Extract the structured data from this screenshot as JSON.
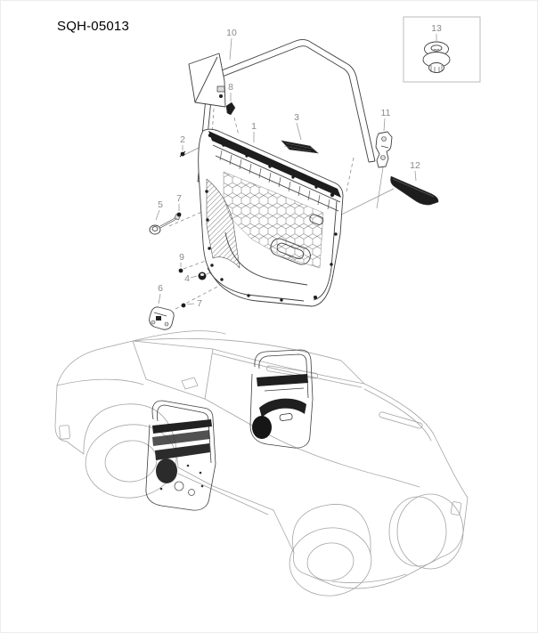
{
  "title": "SQH-05013",
  "colors": {
    "part_line": "#3f3f3f",
    "dark_fill": "#1d1d1d",
    "label_text": "#8a8a8a",
    "leader_line": "#9a9a9a",
    "vehicle_line": "#a5a5a5",
    "detail_box_border": "#bbbbbb",
    "background": "#ffffff"
  },
  "callouts": [
    {
      "label": "10"
    },
    {
      "label": "13"
    },
    {
      "label": "8"
    },
    {
      "label": "3"
    },
    {
      "label": "11"
    },
    {
      "label": "1"
    },
    {
      "label": "2"
    },
    {
      "label": "12"
    },
    {
      "label": "7"
    },
    {
      "label": "5"
    },
    {
      "label": "9"
    },
    {
      "label": "4"
    },
    {
      "label": "6"
    },
    {
      "label": "7"
    }
  ]
}
